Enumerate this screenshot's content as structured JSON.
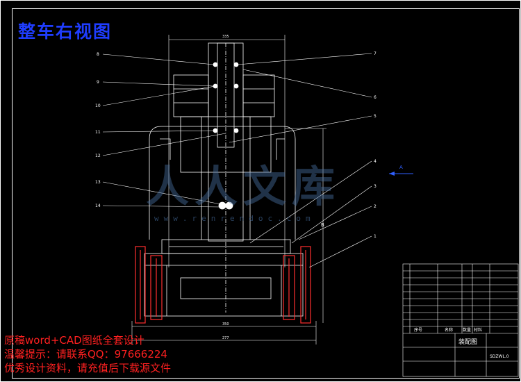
{
  "drawing": {
    "title": "整车右视图",
    "arrow_label": "A",
    "part_callouts": [
      "1",
      "2",
      "3",
      "4",
      "5",
      "6",
      "7",
      "8",
      "9",
      "10",
      "11",
      "12",
      "13",
      "14"
    ],
    "dimensions": [
      "335",
      "277",
      "350",
      "B"
    ]
  },
  "watermark": {
    "logo": "人人文库",
    "url": "www.renrendoc.com"
  },
  "notes": {
    "line1": "原稿word+CAD图纸全套设计",
    "line2": "温馨提示：请联系QQ：97666224",
    "line3": "优秀设计资料，请充值后下载源文件"
  },
  "title_block": {
    "drawing_name": "装配图",
    "drawing_no": "SDZWL.0",
    "column_seq": "序号",
    "column_name": "名称",
    "column_qty": "数量",
    "column_material": "材料"
  },
  "colors": {
    "outline": "#ffffff",
    "part": "#ff3030",
    "title": "#1f3dff",
    "notes": "#ff2020"
  }
}
